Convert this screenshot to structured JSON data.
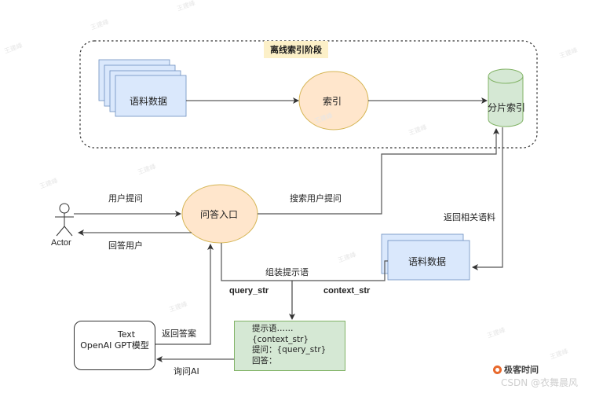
{
  "diagram": {
    "offline_phase": {
      "title": "离线索引阶段"
    },
    "nodes": {
      "corpus_top": {
        "label": "语料数据",
        "shape": "stacked-documents",
        "color": "#dae8fc"
      },
      "index_process": {
        "label": "索引",
        "shape": "ellipse",
        "color": "#ffe6cc"
      },
      "shard_index": {
        "label": "分片索引",
        "shape": "cylinder",
        "color": "#d5e8d4"
      },
      "actor": {
        "label": "Actor",
        "shape": "stick-figure"
      },
      "qa_entry": {
        "label": "问答入口",
        "shape": "ellipse",
        "color": "#ffe6cc"
      },
      "corpus_bottom": {
        "label": "语料数据",
        "shape": "stacked-documents",
        "color": "#dae8fc"
      },
      "llm": {
        "line1": "Text",
        "line2": "OpenAI GPT模型",
        "shape": "rounded-rectangle"
      },
      "prompt": {
        "lines": [
          "提示语……",
          "{context_str}",
          "提问：{query_str}",
          "回答："
        ],
        "color": "#d5e8d4"
      }
    },
    "edges": {
      "user_question": "用户提问",
      "answer_user": "回答用户",
      "search_question": "搜索用户提问",
      "return_corpus": "返回相关语料",
      "assemble_prompt": "组装提示语",
      "query_str": "query_str",
      "context_str": "context_str",
      "return_answer": "返回答案",
      "ask_ai": "询问AI"
    }
  },
  "watermark": {
    "text": "王建峰",
    "brand": "极客时间",
    "credit": "CSDN @衣舞晨风",
    "brand_color": "#e8692c"
  }
}
